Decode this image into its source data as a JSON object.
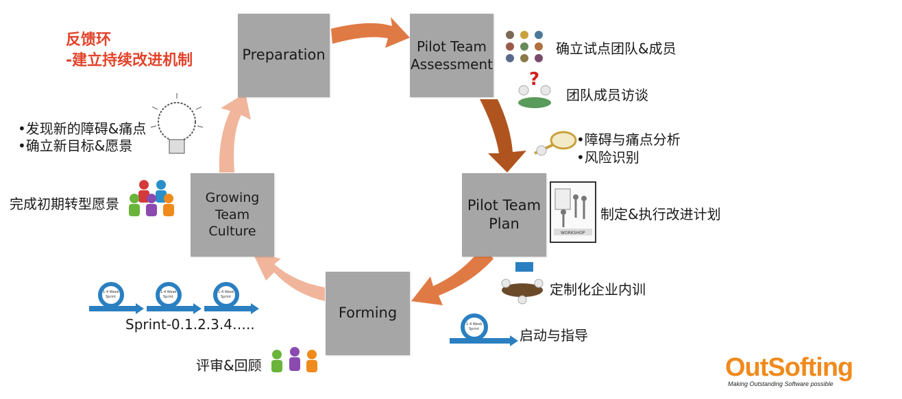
{
  "title": {
    "line1": "反馈环",
    "line2": "-建立持续改进机制"
  },
  "boxes": {
    "preparation": "Preparation",
    "assessment": "Pilot Team\nAssessment",
    "plan": "Pilot Team\nPlan",
    "forming": "Forming",
    "growing": "Growing\nTeam\nCulture"
  },
  "labels": {
    "team_members": "确立试点团队&成员",
    "interview": "团队成员访谈",
    "analysis": "•障碍与痛点分析",
    "risk": "•风险识别",
    "improve_plan": "制定&执行改进计划",
    "training": "定制化企业内训",
    "kickoff": "启动与指导",
    "review": "评审&回顾",
    "sprints": "Sprint-0.1.2.3.4…..",
    "vision": "完成初期转型愿景",
    "discover": "•发现新的障碍&痛点",
    "new_goal": "•确立新目标&愿景"
  },
  "sprint_icon_text": {
    "line1": "1-4 Week",
    "line2": "Sprint"
  },
  "workshop_text": "WORKSHOP",
  "logo": {
    "out": "OutSofting",
    "tagline": "Making Outstanding Software possible"
  },
  "colors": {
    "arrow_dark": "#b0541f",
    "arrow_mid": "#e07a45",
    "arrow_light": "#f0b59b",
    "box": "#a6a6a6",
    "title": "#e2432a",
    "sprint_blue": "#2a7fc1",
    "logo_orange": "#f08a1c",
    "logo_blue": "#1f5fa8"
  }
}
